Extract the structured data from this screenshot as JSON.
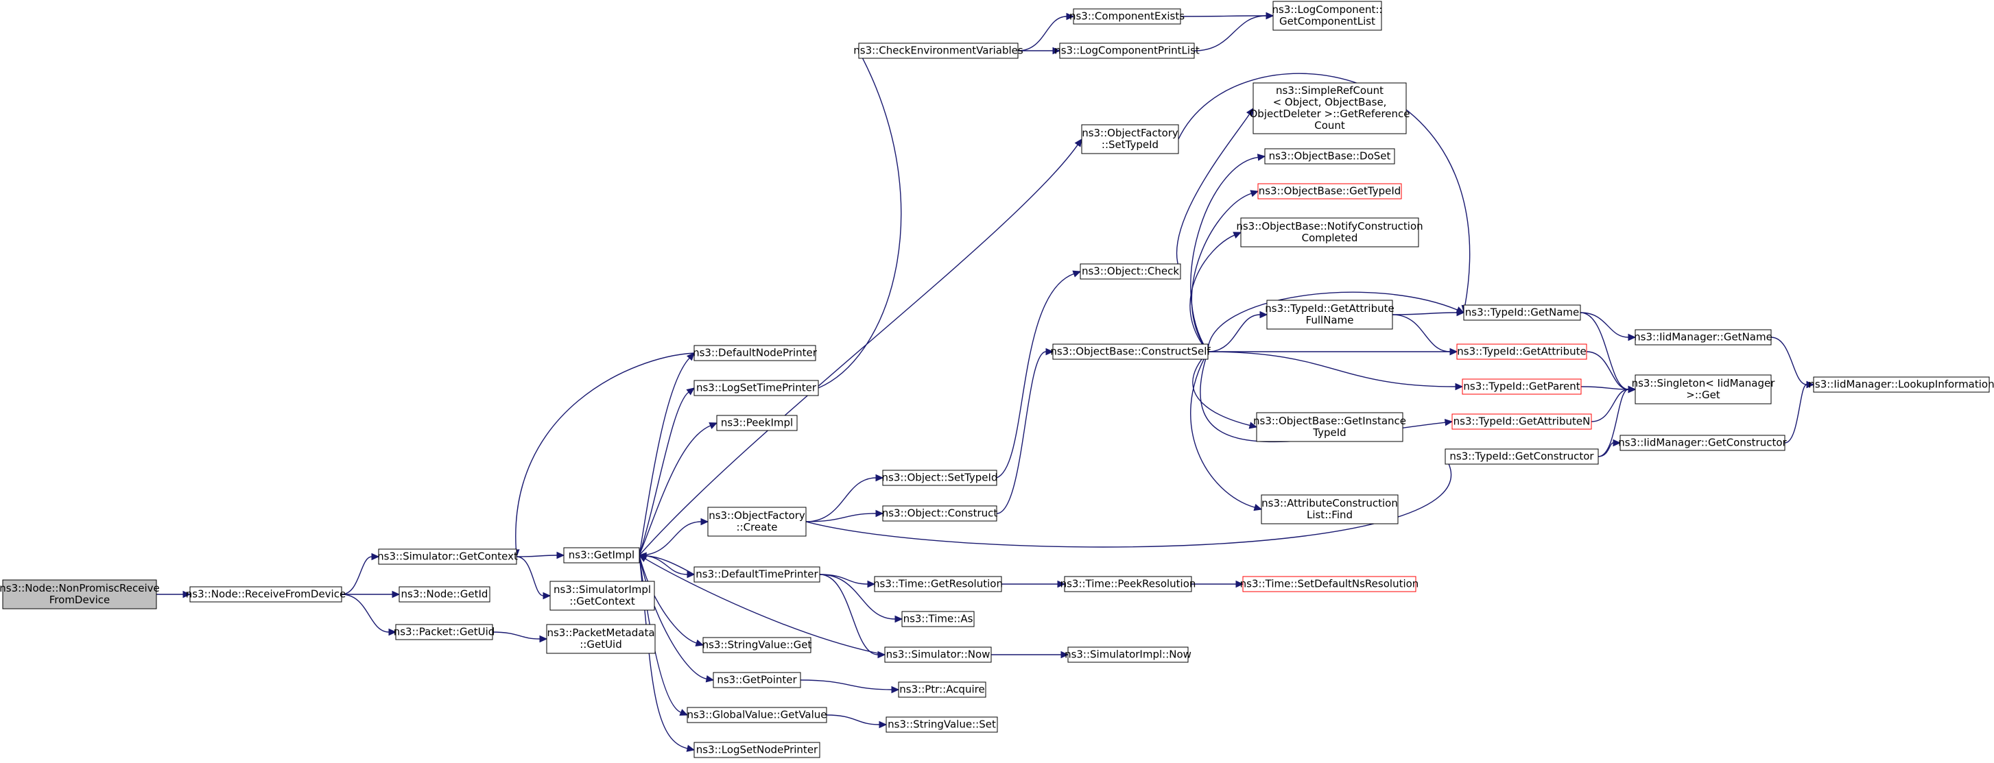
{
  "diagram": {
    "nodes": [
      {
        "id": "n0",
        "lines": [
          "ns3::Node::NonPromiscReceive",
          "FromDevice"
        ],
        "style": "root"
      },
      {
        "id": "n1",
        "lines": [
          "ns3::Node::ReceiveFromDevice"
        ]
      },
      {
        "id": "n2",
        "lines": [
          "ns3::Simulator::GetContext"
        ]
      },
      {
        "id": "n3",
        "lines": [
          "ns3::Node::GetId"
        ]
      },
      {
        "id": "n4",
        "lines": [
          "ns3::Packet::GetUid"
        ]
      },
      {
        "id": "n5",
        "lines": [
          "ns3::GetImpl"
        ]
      },
      {
        "id": "n6",
        "lines": [
          "ns3::SimulatorImpl",
          "::GetContext"
        ]
      },
      {
        "id": "n7",
        "lines": [
          "ns3::PacketMetadata",
          "::GetUid"
        ]
      },
      {
        "id": "n8",
        "lines": [
          "ns3::DefaultNodePrinter"
        ]
      },
      {
        "id": "n9",
        "lines": [
          "ns3::LogSetTimePrinter"
        ]
      },
      {
        "id": "n10",
        "lines": [
          "ns3::PeekImpl"
        ]
      },
      {
        "id": "n11",
        "lines": [
          "ns3::ObjectFactory",
          "::Create"
        ]
      },
      {
        "id": "n12",
        "lines": [
          "ns3::DefaultTimePrinter"
        ]
      },
      {
        "id": "n13",
        "lines": [
          "ns3::StringValue::Get"
        ]
      },
      {
        "id": "n14",
        "lines": [
          "ns3::GetPointer"
        ]
      },
      {
        "id": "n15",
        "lines": [
          "ns3::GlobalValue::GetValue"
        ]
      },
      {
        "id": "n16",
        "lines": [
          "ns3::LogSetNodePrinter"
        ]
      },
      {
        "id": "n17",
        "lines": [
          "ns3::CheckEnvironmentVariables"
        ]
      },
      {
        "id": "n18",
        "lines": [
          "ns3::ComponentExists"
        ]
      },
      {
        "id": "n19",
        "lines": [
          "ns3::LogComponentPrintList"
        ]
      },
      {
        "id": "n20",
        "lines": [
          "ns3::LogComponent::",
          "GetComponentList"
        ]
      },
      {
        "id": "n21",
        "lines": [
          "ns3::ObjectFactory",
          "::SetTypeId"
        ]
      },
      {
        "id": "n22",
        "lines": [
          "ns3::Object::SetTypeId"
        ]
      },
      {
        "id": "n23",
        "lines": [
          "ns3::Object::Construct"
        ]
      },
      {
        "id": "n24",
        "lines": [
          "ns3::Object::Check"
        ]
      },
      {
        "id": "n25",
        "lines": [
          "ns3::ObjectBase::ConstructSelf"
        ]
      },
      {
        "id": "n26",
        "lines": [
          "ns3::SimpleRefCount",
          "< Object, ObjectBase,",
          "ObjectDeleter >::GetReference",
          "Count"
        ]
      },
      {
        "id": "n27",
        "lines": [
          "ns3::ObjectBase::DoSet"
        ]
      },
      {
        "id": "n28",
        "lines": [
          "ns3::ObjectBase::GetTypeId"
        ],
        "style": "red"
      },
      {
        "id": "n29",
        "lines": [
          "ns3::ObjectBase::NotifyConstruction",
          "Completed"
        ]
      },
      {
        "id": "n30",
        "lines": [
          "ns3::TypeId::GetAttribute",
          "FullName"
        ]
      },
      {
        "id": "n31",
        "lines": [
          "ns3::TypeId::GetName"
        ]
      },
      {
        "id": "n32",
        "lines": [
          "ns3::TypeId::GetAttribute"
        ],
        "style": "red"
      },
      {
        "id": "n33",
        "lines": [
          "ns3::TypeId::GetParent"
        ],
        "style": "red"
      },
      {
        "id": "n34",
        "lines": [
          "ns3::ObjectBase::GetInstance",
          "TypeId"
        ]
      },
      {
        "id": "n35",
        "lines": [
          "ns3::TypeId::GetAttributeN"
        ],
        "style": "red"
      },
      {
        "id": "n36",
        "lines": [
          "ns3::TypeId::GetConstructor"
        ]
      },
      {
        "id": "n37",
        "lines": [
          "ns3::AttributeConstruction",
          "List::Find"
        ]
      },
      {
        "id": "n38",
        "lines": [
          "ns3::IidManager::GetName"
        ]
      },
      {
        "id": "n39",
        "lines": [
          "ns3::Singleton< IidManager",
          ">::Get"
        ]
      },
      {
        "id": "n40",
        "lines": [
          "ns3::IidManager::GetConstructor"
        ]
      },
      {
        "id": "n41",
        "lines": [
          "ns3::IidManager::LookupInformation"
        ]
      },
      {
        "id": "n42",
        "lines": [
          "ns3::Time::GetResolution"
        ]
      },
      {
        "id": "n43",
        "lines": [
          "ns3::Time::As"
        ]
      },
      {
        "id": "n44",
        "lines": [
          "ns3::Simulator::Now"
        ]
      },
      {
        "id": "n45",
        "lines": [
          "ns3::Time::PeekResolution"
        ]
      },
      {
        "id": "n46",
        "lines": [
          "ns3::Time::SetDefaultNsResolution"
        ],
        "style": "red"
      },
      {
        "id": "n47",
        "lines": [
          "ns3::SimulatorImpl::Now"
        ]
      },
      {
        "id": "n48",
        "lines": [
          "ns3::Ptr::Acquire"
        ]
      },
      {
        "id": "n49",
        "lines": [
          "ns3::StringValue::Set"
        ]
      }
    ],
    "edges": [
      [
        "n0",
        "n1"
      ],
      [
        "n1",
        "n2"
      ],
      [
        "n1",
        "n3"
      ],
      [
        "n1",
        "n4"
      ],
      [
        "n2",
        "n5"
      ],
      [
        "n2",
        "n6"
      ],
      [
        "n4",
        "n7"
      ],
      [
        "n5",
        "n8"
      ],
      [
        "n5",
        "n9"
      ],
      [
        "n5",
        "n10"
      ],
      [
        "n5",
        "n11"
      ],
      [
        "n5",
        "n12"
      ],
      [
        "n5",
        "n13"
      ],
      [
        "n5",
        "n14"
      ],
      [
        "n5",
        "n15"
      ],
      [
        "n5",
        "n16"
      ],
      [
        "n5",
        "n21"
      ],
      [
        "n8",
        "n2"
      ],
      [
        "n12",
        "n5"
      ],
      [
        "n44",
        "n5"
      ],
      [
        "n9",
        "n17"
      ],
      [
        "n17",
        "n18"
      ],
      [
        "n17",
        "n19"
      ],
      [
        "n18",
        "n20"
      ],
      [
        "n19",
        "n20"
      ],
      [
        "n11",
        "n22"
      ],
      [
        "n11",
        "n23"
      ],
      [
        "n11",
        "n36"
      ],
      [
        "n22",
        "n24"
      ],
      [
        "n23",
        "n25"
      ],
      [
        "n24",
        "n26"
      ],
      [
        "n21",
        "n31"
      ],
      [
        "n25",
        "n27"
      ],
      [
        "n25",
        "n28"
      ],
      [
        "n25",
        "n29"
      ],
      [
        "n25",
        "n30"
      ],
      [
        "n25",
        "n31"
      ],
      [
        "n25",
        "n32"
      ],
      [
        "n25",
        "n33"
      ],
      [
        "n25",
        "n34"
      ],
      [
        "n25",
        "n35"
      ],
      [
        "n25",
        "n37"
      ],
      [
        "n30",
        "n31"
      ],
      [
        "n30",
        "n32"
      ],
      [
        "n31",
        "n38"
      ],
      [
        "n31",
        "n39"
      ],
      [
        "n32",
        "n39"
      ],
      [
        "n33",
        "n39"
      ],
      [
        "n35",
        "n39"
      ],
      [
        "n36",
        "n39"
      ],
      [
        "n36",
        "n40"
      ],
      [
        "n38",
        "n41"
      ],
      [
        "n40",
        "n41"
      ],
      [
        "n12",
        "n42"
      ],
      [
        "n12",
        "n43"
      ],
      [
        "n12",
        "n44"
      ],
      [
        "n42",
        "n45"
      ],
      [
        "n45",
        "n46"
      ],
      [
        "n44",
        "n47"
      ],
      [
        "n14",
        "n48"
      ],
      [
        "n15",
        "n49"
      ]
    ]
  }
}
